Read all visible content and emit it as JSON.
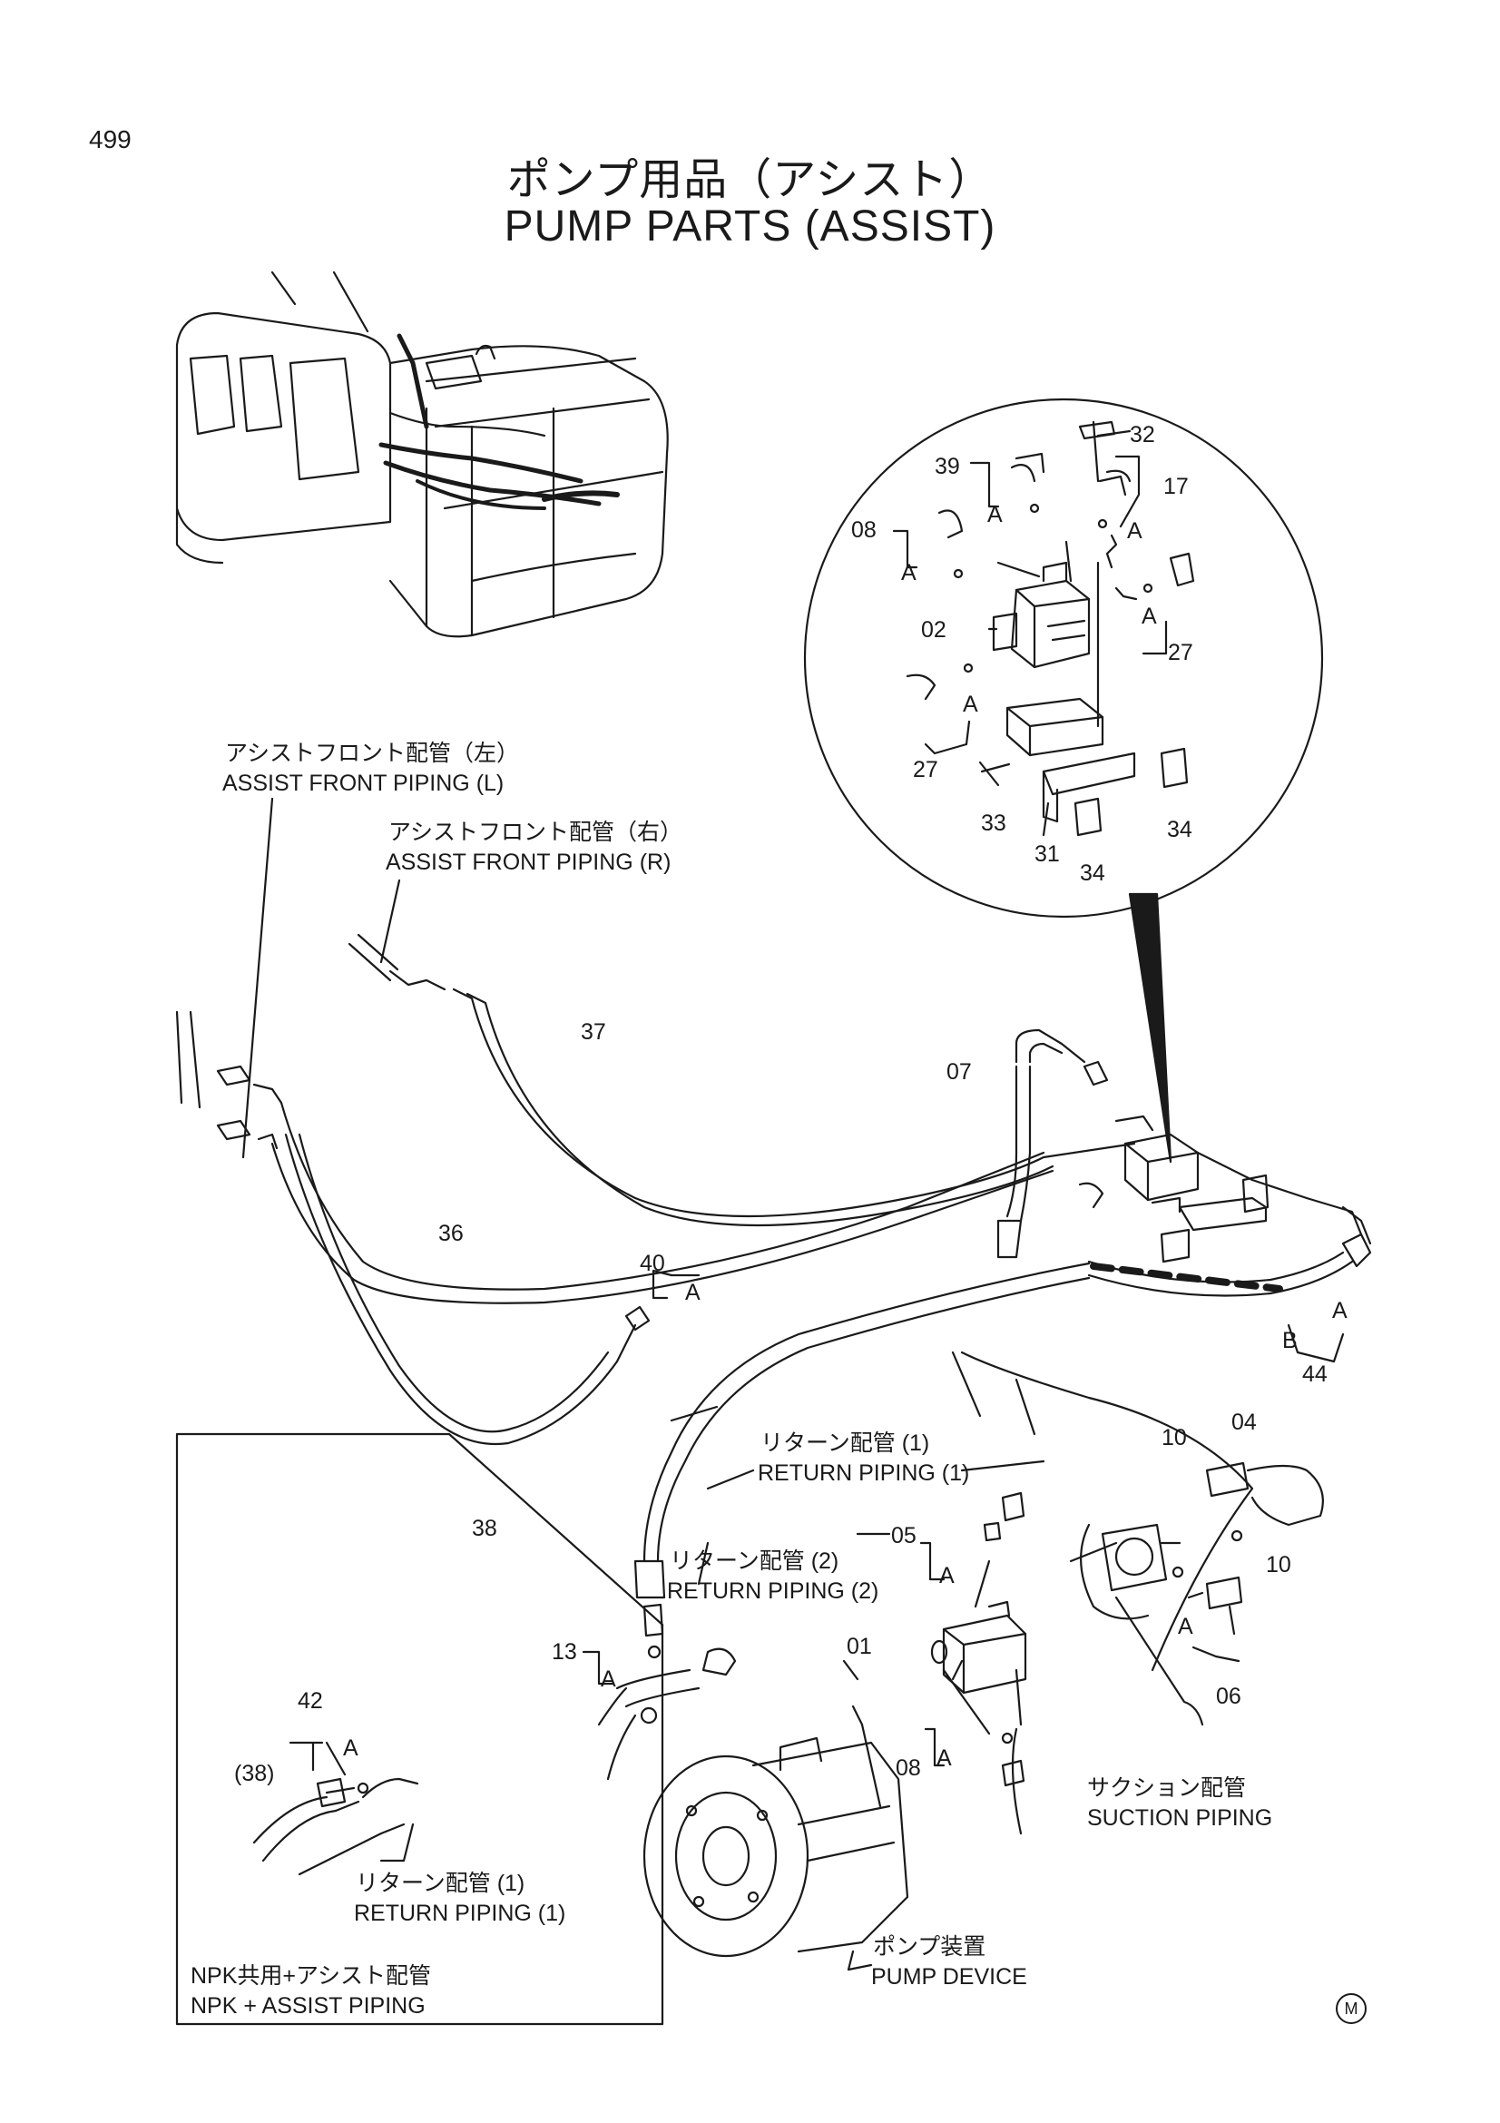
{
  "page_number": "499",
  "title": {
    "jp": "ポンプ用品（アシスト）",
    "en": "PUMP  PARTS (ASSIST)"
  },
  "labels": {
    "front_left": {
      "jp": "アシストフロント配管（左）",
      "en": "ASSIST  FRONT  PIPING  (L)"
    },
    "front_right": {
      "jp": "アシストフロント配管（右）",
      "en": "ASSIST  FRONT  PIPING  (R)"
    },
    "return1": {
      "jp": "リターン配管 (1)",
      "en": "RETURN  PIPING  (1)"
    },
    "return2": {
      "jp": "リターン配管 (2)",
      "en": "RETURN  PIPING  (2)"
    },
    "suction": {
      "jp": "サクション配管",
      "en": "SUCTION  PIPING"
    },
    "pump_device": {
      "jp": "ポンプ装置",
      "en": "PUMP  DEVICE"
    },
    "inset_return1": {
      "jp": "リターン配管 (1)",
      "en": "RETURN  PIPING  (1)"
    },
    "inset_caption": {
      "jp": "NPK共用+アシスト配管",
      "en": "NPK + ASSIST  PIPING"
    }
  },
  "part_numbers": {
    "p39": "39",
    "p32": "32",
    "p17": "17",
    "p08": "08",
    "p02": "02",
    "p27a": "27",
    "p27b": "27",
    "p33": "33",
    "p31": "31",
    "p34a": "34",
    "p34b": "34",
    "p37": "37",
    "p07": "07",
    "p36": "36",
    "p40": "40",
    "p38": "38",
    "p44": "44",
    "p10a": "10",
    "p04": "04",
    "p10b": "10",
    "p05": "05",
    "p13": "13",
    "p01": "01",
    "p06": "06",
    "p08b": "08",
    "p42": "42",
    "p38ref": "(38)"
  },
  "letters": {
    "a": "A",
    "b": "B"
  },
  "mark": "M"
}
